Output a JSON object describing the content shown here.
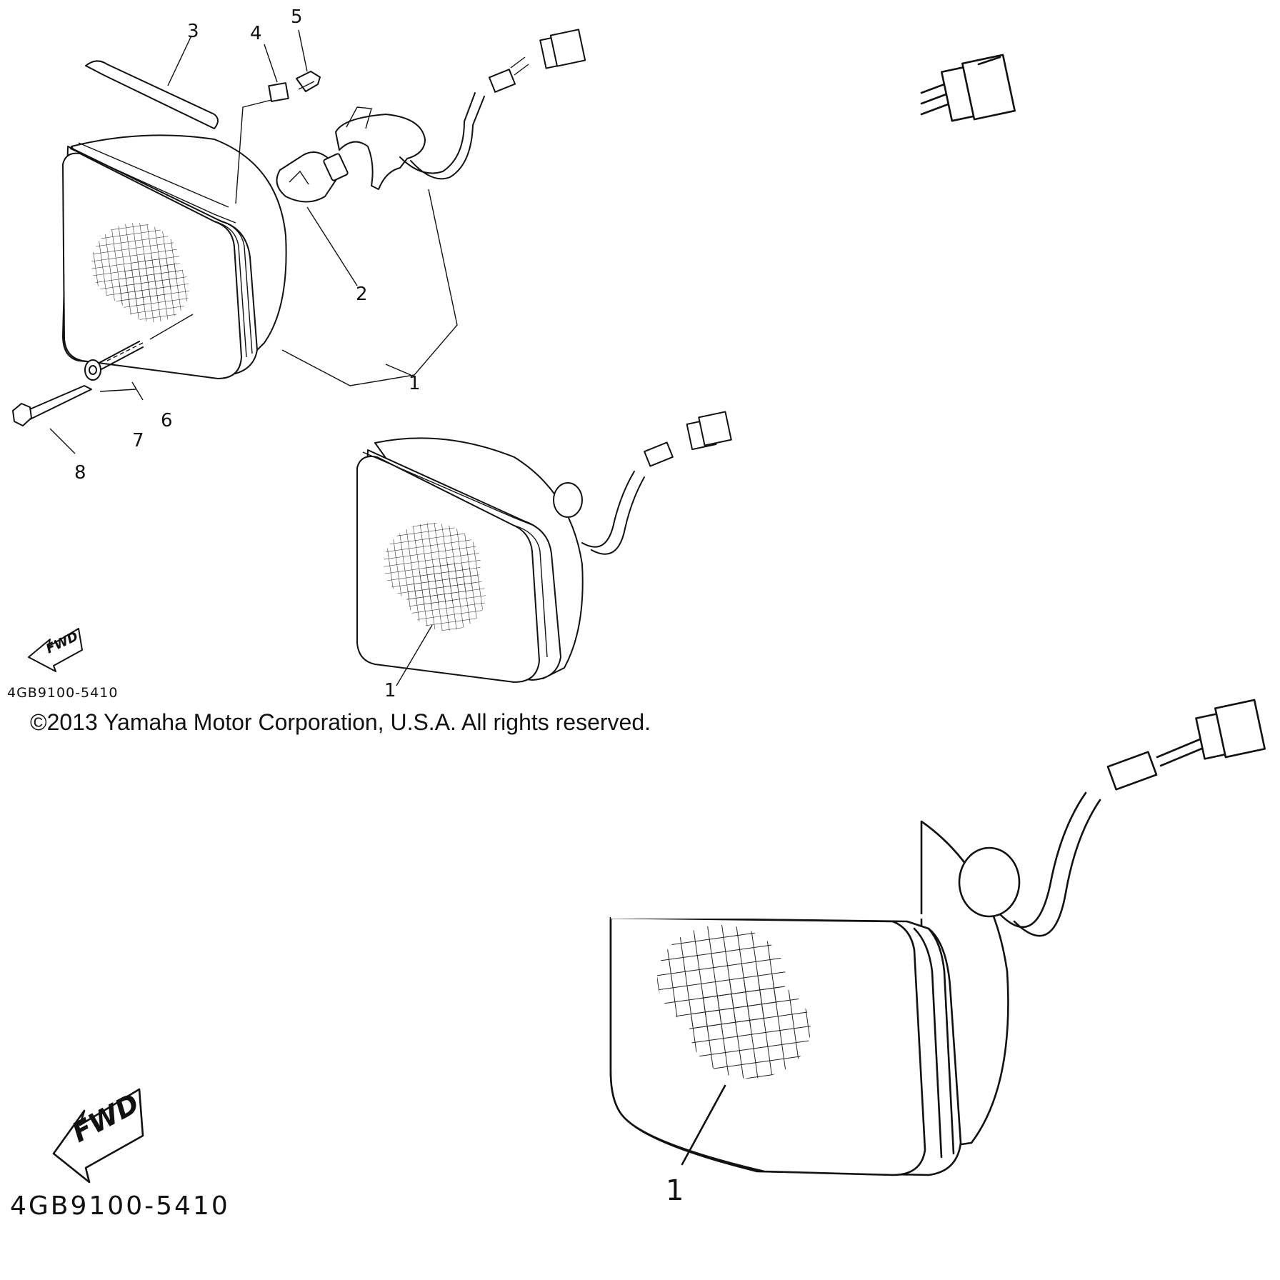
{
  "callouts": {
    "c1": "1",
    "c2": "2",
    "c3": "3",
    "c4": "4",
    "c5": "5",
    "c6": "6",
    "c7": "7",
    "c8": "8",
    "c1b": "1",
    "c1c": "1"
  },
  "fwd_label": "FWD",
  "diagram_code": "4GB9100-5410",
  "copyright": "©2013 Yamaha Motor Corporation, U.S.A. All rights reserved."
}
